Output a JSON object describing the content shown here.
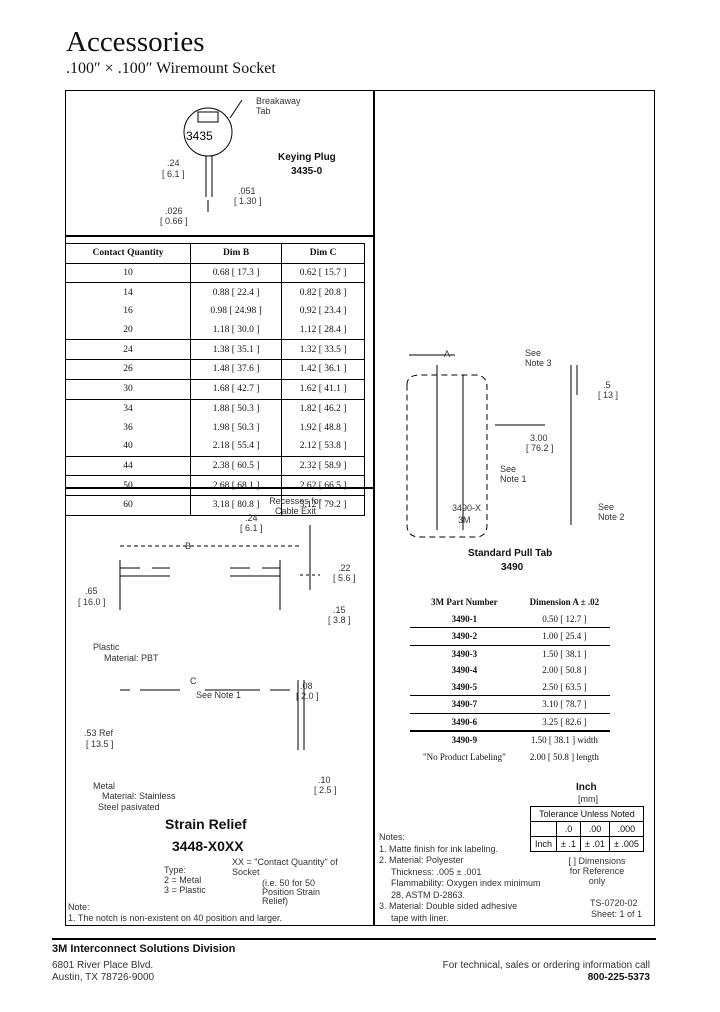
{
  "header": {
    "title": "Accessories",
    "subtitle": ".100″ × .100″ Wiremount Socket"
  },
  "keying_plug": {
    "label": "Keying Plug",
    "part": "3435-0",
    "plug_text": "3435",
    "breakaway": "Breakaway Tab",
    "dims": [
      ".24",
      "[ 6.1 ]",
      ".051",
      "[ 1.30 ]",
      ".026",
      "[ 0.66 ]"
    ]
  },
  "contact_table": {
    "headers": [
      "Contact Quantity",
      "Dim B",
      "Dim C"
    ],
    "rows": [
      [
        "10",
        "0.68 [ 17.3 ]",
        "0.62 [ 15.7 ]"
      ],
      [
        "14",
        "0.88 [ 22.4 ]",
        "0.82 [ 20.8 ]"
      ],
      [
        "16",
        "0.98 [ 24.98 ]",
        "0.92 [ 23.4 ]"
      ],
      [
        "20",
        "1.18 [ 30.0 ]",
        "1.12 [ 28.4 ]"
      ],
      [
        "24",
        "1.38 [ 35.1 ]",
        "1.32 [ 33.5 ]"
      ],
      [
        "26",
        "1.48 [ 37.6 ]",
        "1.42 [ 36.1 ]"
      ],
      [
        "30",
        "1.68 [ 42.7 ]",
        "1.62 [ 41.1 ]"
      ],
      [
        "34",
        "1.88 [ 50.3 ]",
        "1.82 [ 46.2 ]"
      ],
      [
        "36",
        "1.98 [ 50.3 ]",
        "1.92 [ 48.8 ]"
      ],
      [
        "40",
        "2.18 [ 55.4 ]",
        "2.12 [ 53.8 ]"
      ],
      [
        "44",
        "2.38 [ 60.5 ]",
        "2.32 [ 58.9 ]"
      ],
      [
        "50",
        "2.68 [ 68.1 ]",
        "2.62 [ 66.5 ]"
      ],
      [
        "60",
        "3.18 [ 80.8 ]",
        "3.12 [ 79.2 ]"
      ]
    ]
  },
  "strain_relief": {
    "recesses": "Recesses for Cable Exit",
    "dims1": [
      ".24",
      "[ 6.1 ]",
      "B",
      ".65",
      "[ 16.0 ]",
      ".22",
      "[ 5.6 ]",
      ".15",
      "[ 3.8 ]"
    ],
    "plastic": "Plastic",
    "plastic_material": "Material: PBT",
    "c_label": "C",
    "see_note": "See Note 1",
    "dims2": [
      ".08",
      "[ 2.0 ]",
      ".53 Ref",
      "[ 13.5 ]",
      ".10",
      "[ 2.5 ]"
    ],
    "metal": "Metal",
    "metal_material": "Material: Stainless",
    "metal_material2": "Steel pasivated",
    "title": "Strain Relief",
    "part": "3448-X0XX",
    "xx_note": "XX = \"Contact Quantity\" of Socket",
    "xx_example": "(i.e. 50 for 50 Position Strain Relief)",
    "type_label": "Type:",
    "type_metal": "2 = Metal",
    "type_plastic": "3 = Plastic",
    "note_title": "Note:",
    "note_1": "1.  The notch is non-existent on 40 position and larger."
  },
  "pull_tab": {
    "a_label": "A",
    "see_note3": "See Note 3",
    "dim_5": ".5",
    "dim_5mm": "[ 13 ]",
    "dim_300": "3.00",
    "dim_300mm": "[ 76.2 ]",
    "see_note1": "See Note 1",
    "see_note2": "See Note 2",
    "tab_text": "3490-X",
    "tab_text2": "3M",
    "title": "Standard Pull Tab",
    "part": "3490"
  },
  "part_table": {
    "headers": [
      "3M Part Number",
      "Dimension A ± .02"
    ],
    "rows": [
      [
        "3490-1",
        "0.50 [ 12.7 ]"
      ],
      [
        "3490-2",
        "1.00 [ 25.4 ]"
      ],
      [
        "3490-3",
        "1.50 [ 38.1 ]"
      ],
      [
        "3490-4",
        "2.00 [ 50.8 ]"
      ],
      [
        "3490-5",
        "2.50 [ 63.5 ]"
      ],
      [
        "3490-7",
        "3.10 [ 78.7 ]"
      ],
      [
        "3490-6",
        "3.25 [ 82.6 ]"
      ]
    ],
    "special": {
      "part": "3490-9",
      "part_note": "\"No Product Labeling\"",
      "width": "1.50 [ 38.1 ] width",
      "length": "2.00 [ 50.8 ] length"
    }
  },
  "notes": {
    "title": "Notes:",
    "items": [
      "1.  Matte finish for ink labeling.",
      "2.  Material: Polyester",
      "Thickness: .005 ± .001",
      "Flammability: Oxygen index minimum",
      "28, ASTM D-2863.",
      "3.  Material: Double sided adhesive",
      "tape with liner."
    ]
  },
  "units": {
    "inch": "Inch",
    "mm": "[mm]",
    "tol_title": "Tolerance Unless Noted",
    "tol_head": [
      ".0",
      ".00",
      ".000"
    ],
    "tol_row_label": "Inch",
    "tol_vals": [
      "± .1",
      "± .01",
      "± .005"
    ],
    "ref_note": "[ ] Dimensions for Reference only",
    "doc_no": "TS-0720-02",
    "sheet": "Sheet: 1 of 1"
  },
  "footer": {
    "division": "3M Interconnect Solutions Division",
    "address1": "6801 River Place Blvd.",
    "address2": "Austin, TX 78726-9000",
    "contact": "For technical, sales or ordering information call",
    "phone": "800-225-5373"
  }
}
